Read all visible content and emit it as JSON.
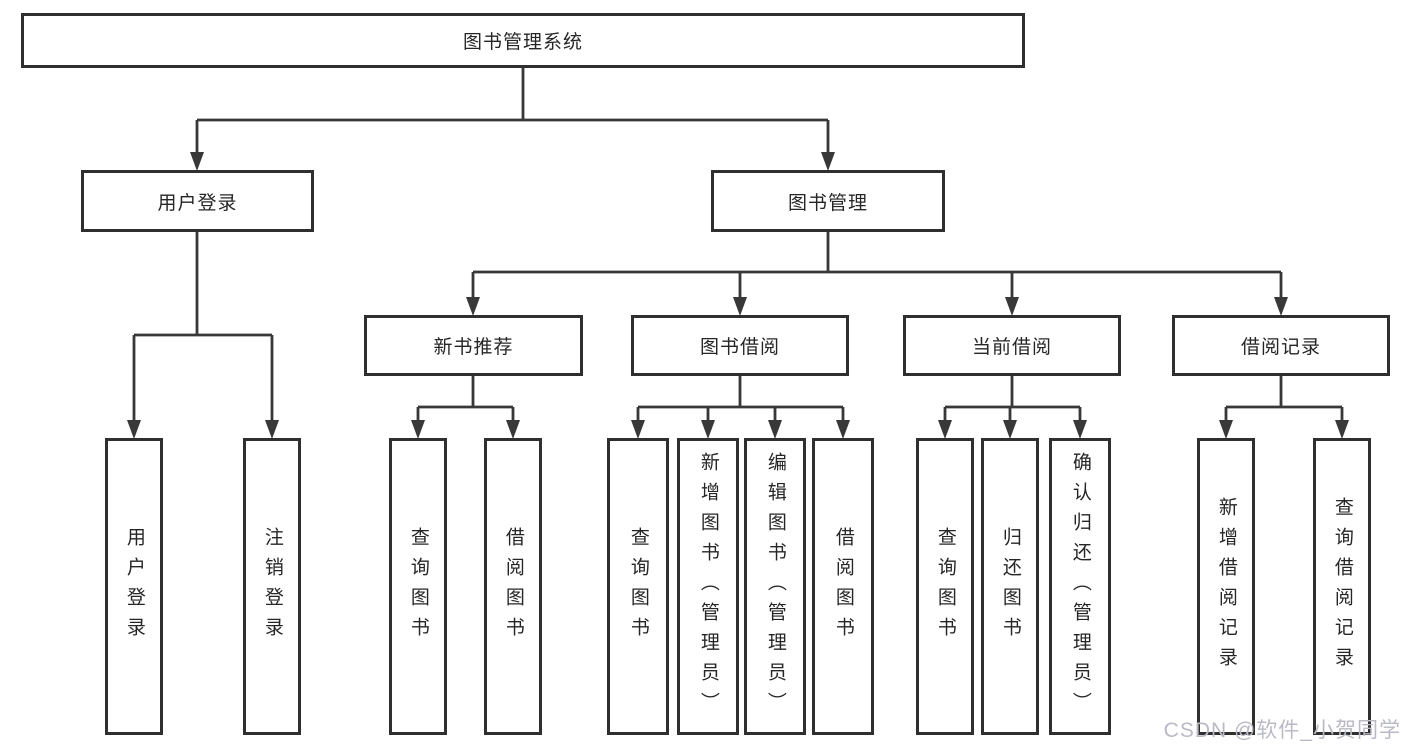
{
  "colors": {
    "line": "#383838",
    "border": "#2f2f2f",
    "text": "#262626",
    "watermark": "#b9bac4",
    "background": "#ffffff"
  },
  "tree": {
    "root": {
      "label": "图书管理系统"
    },
    "branches": [
      {
        "label": "用户登录",
        "children": [
          {
            "label": "用户登录"
          },
          {
            "label": "注销登录"
          }
        ]
      },
      {
        "label": "图书管理",
        "children": [
          {
            "label": "新书推荐",
            "children": [
              {
                "label": "查询图书"
              },
              {
                "label": "借阅图书"
              }
            ]
          },
          {
            "label": "图书借阅",
            "children": [
              {
                "label": "查询图书"
              },
              {
                "label": "新增图书（管理员）"
              },
              {
                "label": "编辑图书（管理员）"
              },
              {
                "label": "借阅图书"
              }
            ]
          },
          {
            "label": "当前借阅",
            "children": [
              {
                "label": "查询图书"
              },
              {
                "label": "归还图书"
              },
              {
                "label": "确认归还（管理员）"
              }
            ]
          },
          {
            "label": "借阅记录",
            "children": [
              {
                "label": "新增借阅记录"
              },
              {
                "label": "查询借阅记录"
              }
            ]
          }
        ]
      }
    ]
  },
  "watermark": {
    "text": "CSDN @软件_小贺同学"
  }
}
